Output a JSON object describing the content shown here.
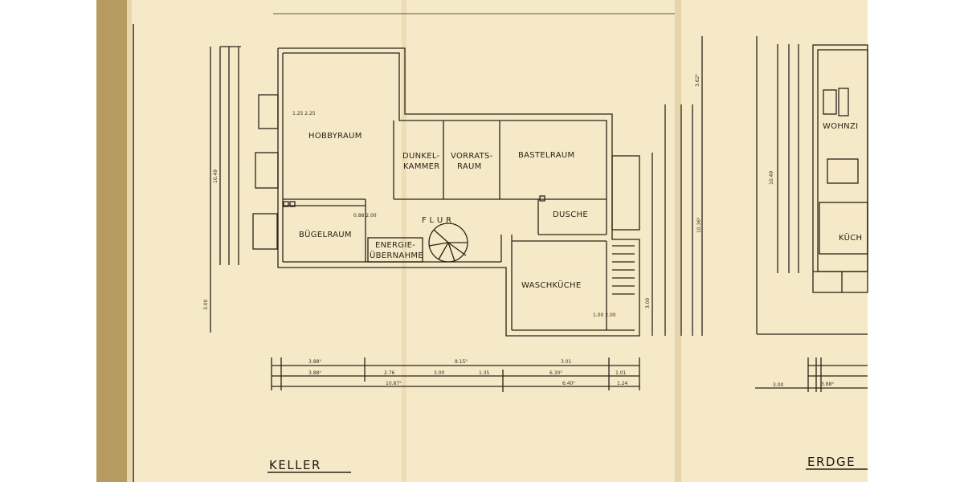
{
  "colors": {
    "paper": "#f6e9c8",
    "ink": "#2a2418",
    "fabric": "#b59b60",
    "shadow": "#e2cfa3"
  },
  "plan": {
    "title": "KELLER",
    "second_title": "ERDGE",
    "rooms": {
      "hobbyraum": "HOBBYRAUM",
      "dunkelkammer_1": "DUNKEL-",
      "dunkelkammer_2": "KAMMER",
      "vorratsraum_1": "VORRATS-",
      "vorratsraum_2": "RAUM",
      "bastelraum": "BASTELRAUM",
      "flur": "F L U R",
      "dusche": "DUSCHE",
      "buegelraum": "BÜGELRAUM",
      "energie_1": "ENERGIE-",
      "energie_2": "ÜBERNAHME",
      "waschkueche": "WASCHKÜCHE",
      "wohnzimmer": "WOHNZI",
      "kueche": "KÜCH"
    },
    "dimensions": {
      "d_1049": "10.49",
      "d_300_left": "3.00",
      "d_388a": "3.88⁵",
      "d_388b": "3.88⁵",
      "d_276": "2.76",
      "d_300a": "3.00",
      "d_135": "1.35",
      "d_815": "8.15⁵",
      "d_301": "3.01",
      "d_630": "6.30⁵",
      "d_1087": "10.87⁵",
      "d_640": "6.40⁵",
      "d_124": "1.24",
      "d_101": "1.01",
      "d_300_right": "3.00",
      "d_1036": "10.36⁵",
      "d_362": "3.62⁵",
      "d_300_erd": "3.00",
      "d_1049_erd": "10.49",
      "d_388_erd": "3.88⁵",
      "d_125_225a": "1.25 2.25",
      "d_088_200": "0.88 2.00",
      "d_100_200": "1.00 2.00"
    }
  }
}
